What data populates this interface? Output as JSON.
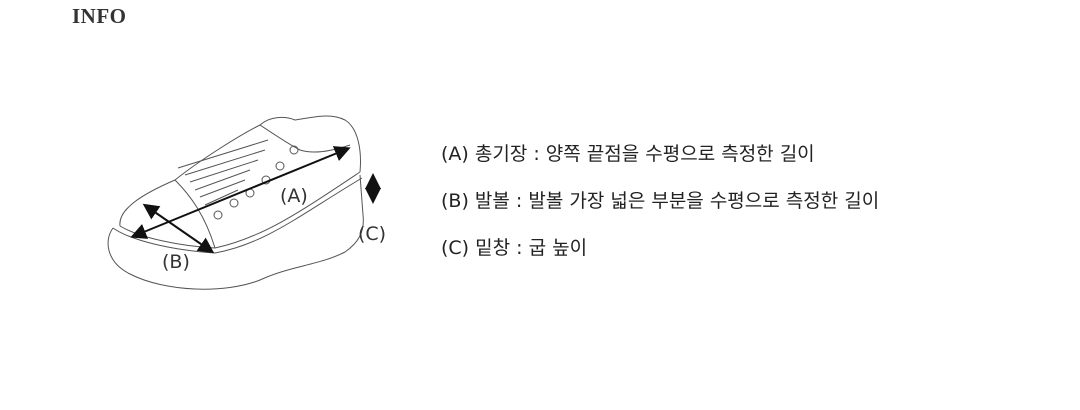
{
  "title": "INFO",
  "diagram": {
    "labels": {
      "a": "(A)",
      "b": "(B)",
      "c": "(C)"
    }
  },
  "legend": [
    "(A) 총기장 : 양쪽 끝점을 수평으로 측정한 길이",
    "(B) 발볼 : 발볼 가장 넓은 부분을 수평으로 측정한 길이",
    "(C) 밑창 : 굽 높이"
  ]
}
